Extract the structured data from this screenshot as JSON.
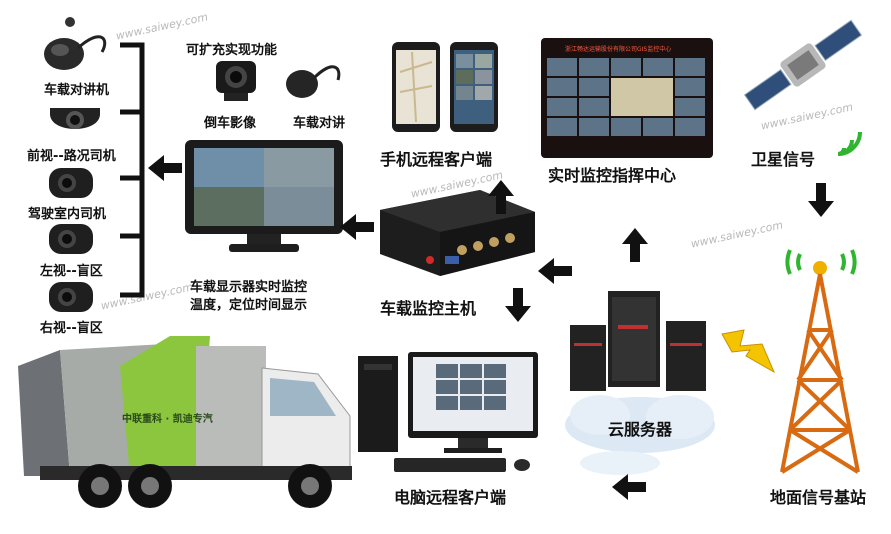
{
  "watermark": "www.saiwey.com",
  "left_column": {
    "expandable": "可扩充实现功能",
    "intercom": "车载对讲机",
    "front_cam": "前视--路况司机",
    "cab_cam": "驾驶室内司机",
    "left_cam": "左视--盲区",
    "right_cam": "右视--盲区"
  },
  "expand_items": {
    "reverse": "倒车影像",
    "intercom2": "车载对讲"
  },
  "monitor": {
    "caption_line1": "车载显示器实时监控",
    "caption_line2": "温度，定位时间显示"
  },
  "host": {
    "label": "车载监控主机"
  },
  "phone": {
    "label": "手机远程客户端"
  },
  "center": {
    "label": "实时监控指挥中心",
    "screen_title": "浙江畅达运输股份有限公司GIS监控中心"
  },
  "satellite": {
    "label": "卫星信号"
  },
  "tower": {
    "label": "地面信号基站"
  },
  "cloud": {
    "label": "云服务器"
  },
  "pc": {
    "label": "电脑远程客户端"
  },
  "truck": {
    "brand": "中联重科 · 凯迪专汽"
  },
  "colors": {
    "arrow": "#111111",
    "tower": "#d86a12",
    "signal": "#2fb52f",
    "lightning": "#f4c400",
    "truck_green": "#8cc63f"
  }
}
